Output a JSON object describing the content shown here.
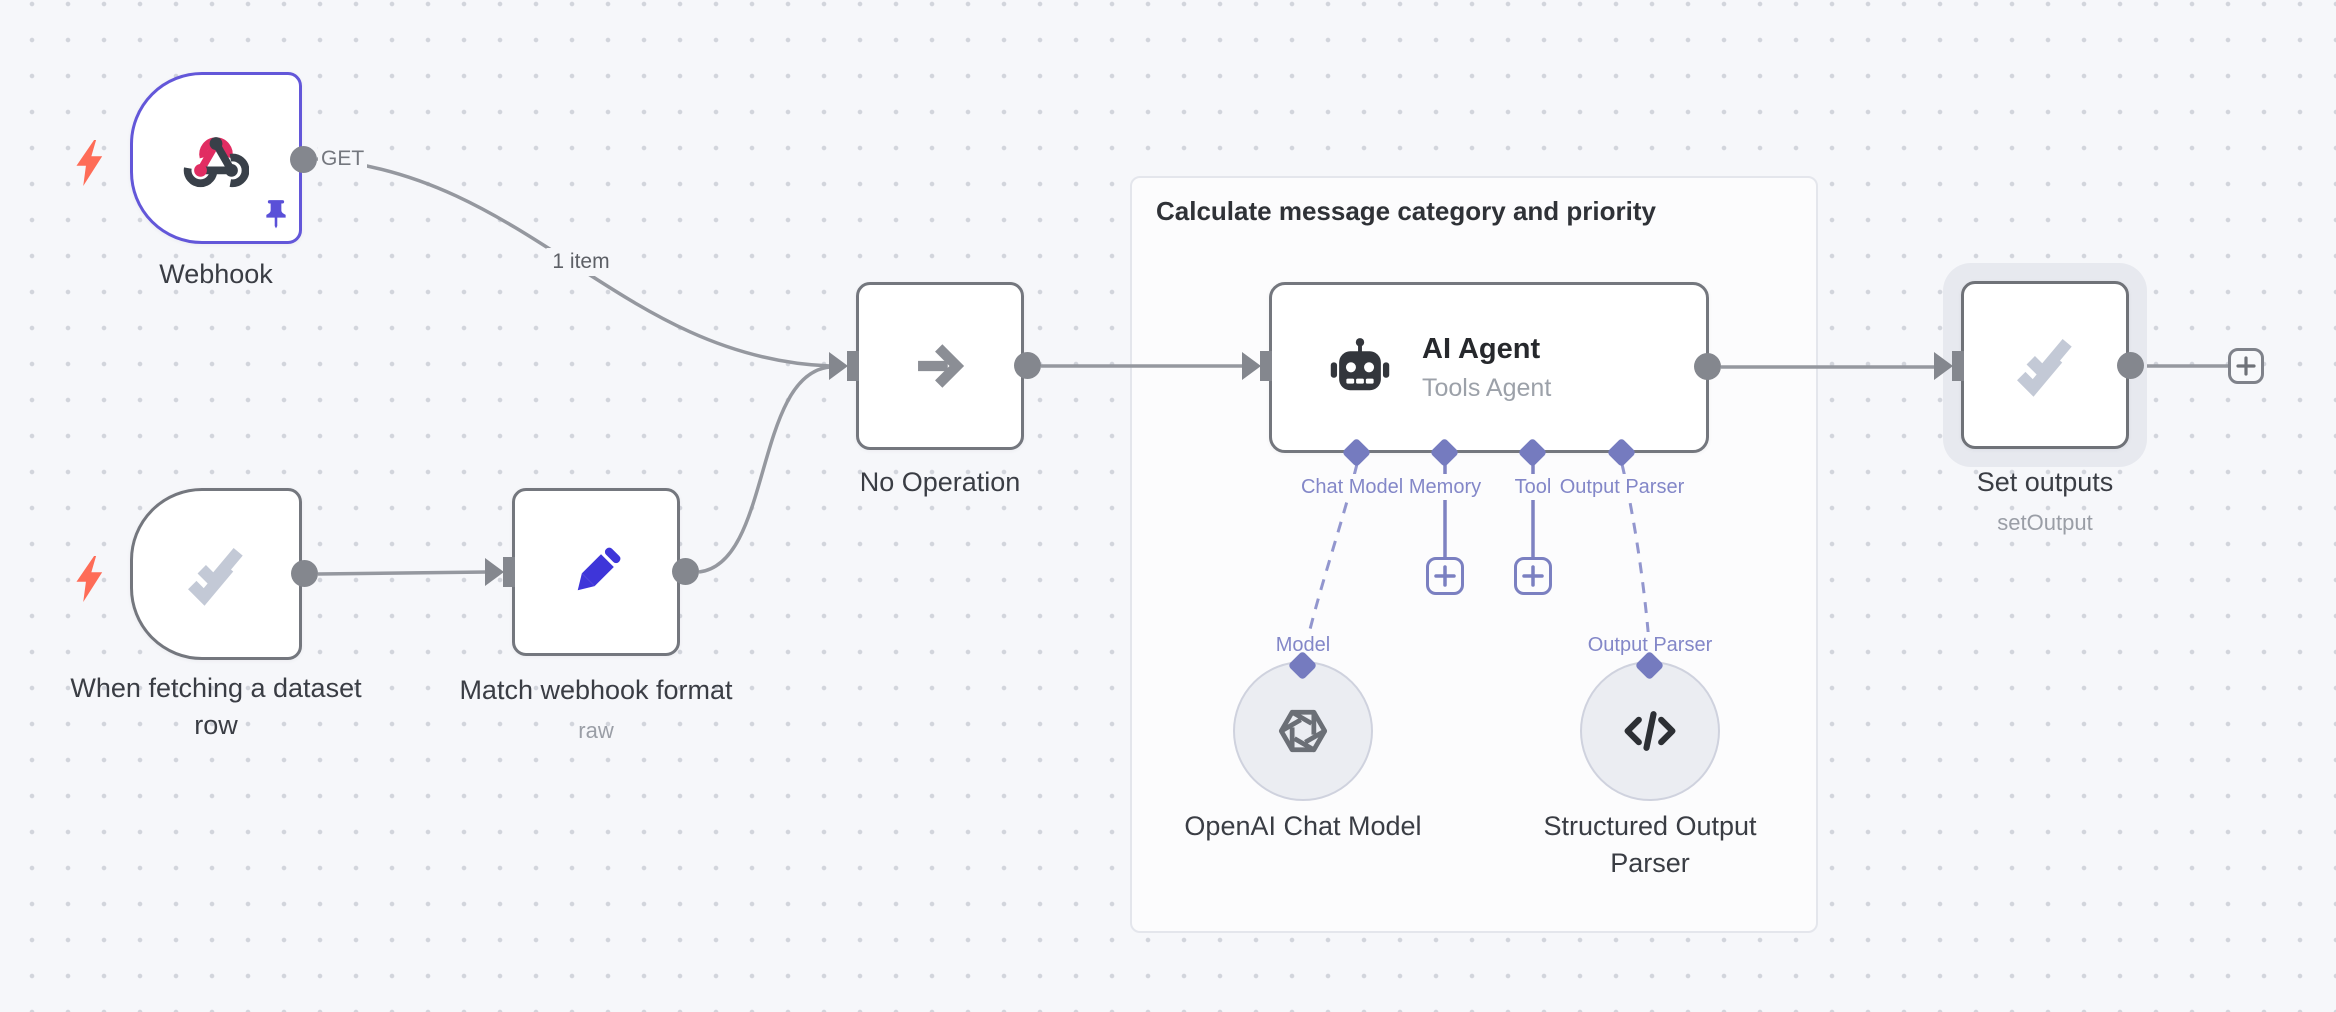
{
  "colors": {
    "canvas-bg": "#f6f7fa",
    "group-bg": "#fcfcfd",
    "selected-node-border": "#6357d9",
    "node-border": "#74777e",
    "edge-gray": "#95989f",
    "edge-purple": "#7e82c2",
    "connector-purple": "#757bbf",
    "port-label-purple": "#8387c8"
  },
  "group": {
    "title": "Calculate message category and priority"
  },
  "nodes": {
    "webhook": {
      "label": "Webhook",
      "output_label": "GET"
    },
    "dataset_trigger": {
      "label": "When fetching a dataset row"
    },
    "match_format": {
      "label": "Match webhook format",
      "subtitle": "raw"
    },
    "no_operation": {
      "label": "No Operation"
    },
    "ai_agent": {
      "title": "AI Agent",
      "subtitle": "Tools Agent",
      "required_marker": "*",
      "ports": {
        "chat_model": "Chat Model",
        "memory": "Memory",
        "tool": "Tool",
        "output_parser": "Output Parser"
      }
    },
    "openai_chat_model": {
      "label": "OpenAI Chat Model",
      "input_label": "Model"
    },
    "structured_output_parser": {
      "label": "Structured Output Parser",
      "input_label": "Output Parser"
    },
    "set_outputs": {
      "label": "Set outputs",
      "subtitle": "setOutput"
    }
  },
  "edges": {
    "webhook_to_noop_label": "1 item"
  }
}
